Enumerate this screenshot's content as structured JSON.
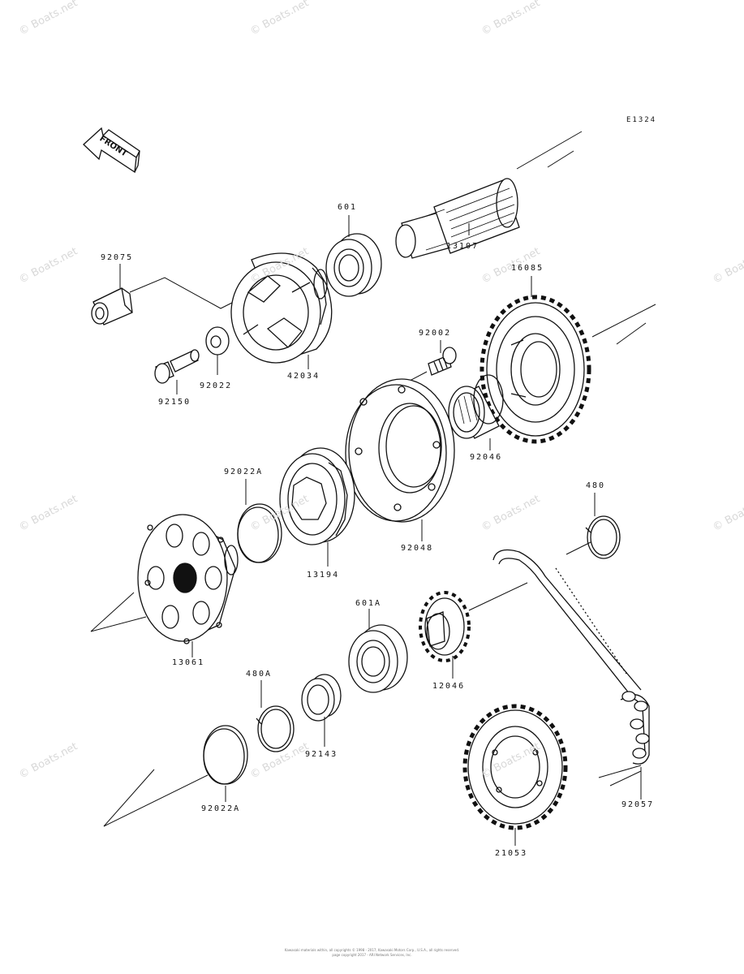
{
  "diagram": {
    "code": "E1324",
    "front_label": "FRONT",
    "watermark": "© Boats.net",
    "parts": [
      {
        "id": "n92075",
        "number": "92075"
      },
      {
        "id": "n601",
        "number": "601"
      },
      {
        "id": "n13107",
        "number": "13107"
      },
      {
        "id": "n16085",
        "number": "16085"
      },
      {
        "id": "n92002",
        "number": "92002"
      },
      {
        "id": "n92022",
        "number": "92022"
      },
      {
        "id": "n42034",
        "number": "42034"
      },
      {
        "id": "n92150",
        "number": "92150"
      },
      {
        "id": "n92046",
        "number": "92046"
      },
      {
        "id": "n92022A_top",
        "number": "92022A"
      },
      {
        "id": "n480",
        "number": "480"
      },
      {
        "id": "n13194",
        "number": "13194"
      },
      {
        "id": "n92048",
        "number": "92048"
      },
      {
        "id": "n601A",
        "number": "601A"
      },
      {
        "id": "n13061",
        "number": "13061"
      },
      {
        "id": "n12046",
        "number": "12046"
      },
      {
        "id": "n480A",
        "number": "480A"
      },
      {
        "id": "n92143",
        "number": "92143"
      },
      {
        "id": "n92022A_bottom",
        "number": "92022A"
      },
      {
        "id": "n92057",
        "number": "92057"
      },
      {
        "id": "n21053",
        "number": "21053"
      }
    ],
    "footer_line1": "Kawasaki materials within, all copyrights © 1998 - 2017, Kawasaki Motors Corp., U.S.A., all rights reserved.",
    "footer_line2": "page copyright 2017 - ARI Network Services, Inc."
  }
}
